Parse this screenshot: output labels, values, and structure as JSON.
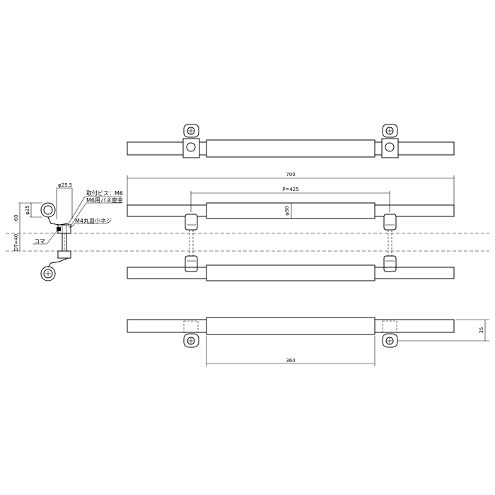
{
  "dimensions": {
    "overall_length": "700",
    "pitch": "P=425",
    "grip_diameter": "φ30",
    "grip_length": "360",
    "projection": "35",
    "rosette_dia": "φ25.5",
    "rosette_dia_small": "φ25",
    "height_60": "60",
    "door_thickness": "DT=40"
  },
  "notes": {
    "mounting_screw": "取付ビス：M6",
    "spring_washer": "M6用バネ座金",
    "small_screw": "M4丸皿小ネジ",
    "spacer": "コマ"
  }
}
